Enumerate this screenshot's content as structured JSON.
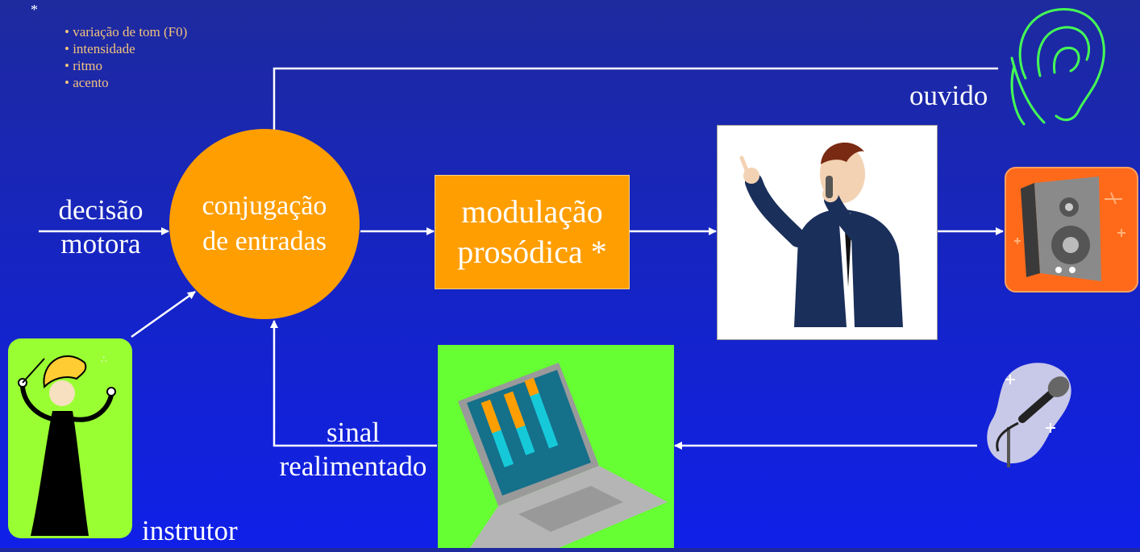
{
  "notes": {
    "marker": "*",
    "items": [
      "variação de tom (F0)",
      "intensidade",
      "ritmo",
      "acento"
    ]
  },
  "nodes": {
    "combiner": {
      "line1": "conjugação",
      "line2": "de entradas"
    },
    "modulation": {
      "line1": "modulação",
      "line2": "prosódica *"
    }
  },
  "labels": {
    "decision_line1": "decisão",
    "decision_line2": "motora",
    "ear": "ouvido",
    "feedback_line1": "sinal",
    "feedback_line2": "realimentado",
    "instructor": "instrutor"
  },
  "icons": [
    "ear-icon",
    "singer-icon",
    "speaker-icon",
    "laptop-chart-icon",
    "microphone-icon",
    "conductor-icon"
  ],
  "colors": {
    "background": "#1524c8",
    "node_fill": "#ff9e00",
    "notes_text": "#f2c27e",
    "ear_stroke": "#44ff55",
    "laptop_bg": "#66ff33",
    "conductor_bg": "#99ff33",
    "speaker_bg": "#ff6a1a"
  }
}
